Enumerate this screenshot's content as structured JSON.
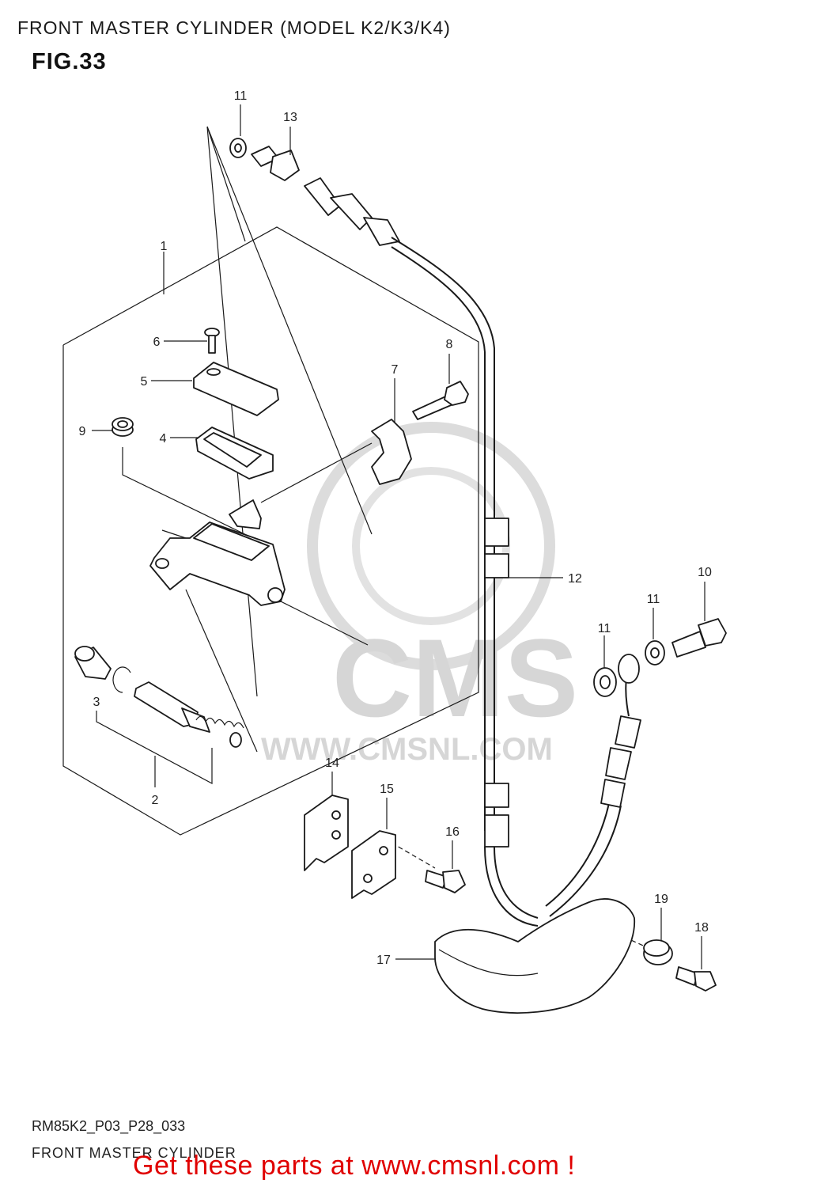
{
  "header": {
    "title": "FRONT MASTER CYLINDER (MODEL K2/K3/K4)",
    "figure": "FIG.33"
  },
  "watermark": {
    "brand": "CMS",
    "url": "WWW.CMSNL.COM"
  },
  "callouts": {
    "c1": "1",
    "c2": "2",
    "c3": "3",
    "c4": "4",
    "c5": "5",
    "c6": "6",
    "c7": "7",
    "c8": "8",
    "c9": "9",
    "c10": "10",
    "c11a": "11",
    "c11b": "11",
    "c11c": "11",
    "c12": "12",
    "c13": "13",
    "c14": "14",
    "c15": "15",
    "c16": "16",
    "c17": "17",
    "c18": "18",
    "c19": "19"
  },
  "footer": {
    "code": "RM85K2_P03_P28_033",
    "title": "FRONT MASTER CYLINDER",
    "cta": "Get these parts at www.cmsnl.com !"
  },
  "colors": {
    "cta": "#e00000",
    "watermark": "#d6d6d6",
    "ink": "#1a1a1a"
  }
}
